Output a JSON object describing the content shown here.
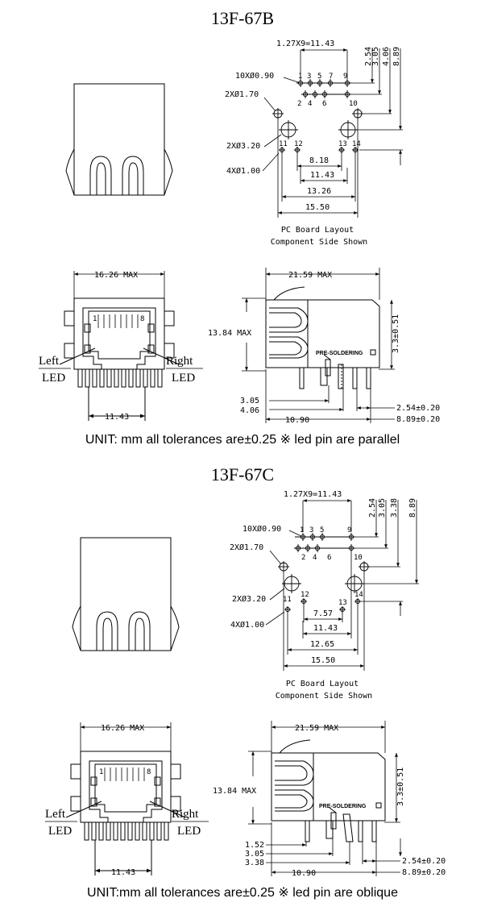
{
  "sections": [
    {
      "title": "13F-67B",
      "pcb": {
        "pitch": "1.27X9=11.43",
        "holes_small": "10XØ0.90",
        "holes_170": "2XØ1.70",
        "holes_320": "2XØ3.20",
        "holes_100": "4XØ1.00",
        "pins_top": [
          "1",
          "3",
          "5",
          "7",
          "9"
        ],
        "pins_bottom": [
          "2",
          "4",
          "6",
          "10"
        ],
        "led_pins": [
          "11",
          "12",
          "13",
          "14"
        ],
        "d_818": "8.18",
        "d_1143": "11.43",
        "d_1326": "13.26",
        "d_1550": "15.50",
        "v_dims": [
          "2.54",
          "3.05",
          "4.06",
          "8.89"
        ],
        "caption_1": "PC Board Layout",
        "caption_2": "Component Side Shown"
      },
      "front": {
        "width": "16.26 MAX",
        "pin_1": "1",
        "pin_8": "8",
        "left": "Left",
        "right": "Right",
        "led": "LED",
        "bottom": "11.43"
      },
      "side": {
        "width": "21.59 MAX",
        "height": "13.84 MAX",
        "vert": "3.3±0.51",
        "pre": "PRE-SOLDERING",
        "left_dims": [
          "3.05",
          "4.06"
        ],
        "d_1090": "10.90",
        "d_254": "2.54±0.20",
        "d_889": "8.89±0.20"
      },
      "unit_note": "UNIT: mm all tolerances are±0.25  ※  led pin are parallel"
    },
    {
      "title": "13F-67C",
      "pcb": {
        "pitch": "1.27X9=11.43",
        "holes_small": "10XØ0.90",
        "holes_170": "2XØ1.70",
        "holes_320": "2XØ3.20",
        "holes_100": "4XØ1.00",
        "pins_top": [
          "1",
          "3",
          "5",
          "9"
        ],
        "pins_bottom": [
          "2",
          "4",
          "6",
          "10"
        ],
        "led_pins": [
          "11",
          "12",
          "13",
          "14"
        ],
        "d_818": "7.57",
        "d_1143": "11.43",
        "d_1326": "12.65",
        "d_1550": "15.50",
        "v_dims": [
          "2.54",
          "3.05",
          "3.38",
          "8.89"
        ],
        "caption_1": "PC Board Layout",
        "caption_2": "Component Side Shown"
      },
      "front": {
        "width": "16.26 MAX",
        "pin_1": "1",
        "pin_8": "8",
        "left": "Left",
        "right": "Right",
        "led": "LED",
        "bottom": "11.43"
      },
      "side": {
        "width": "21.59 MAX",
        "height": "13.84 MAX",
        "vert": "3.3±0.51",
        "pre": "PRE-SOLDERING",
        "left_dims": [
          "1.52",
          "3.05",
          "3.38"
        ],
        "d_1090": "10.90",
        "d_254": "2.54±0.20",
        "d_889": "8.89±0.20"
      },
      "unit_note": "UNIT:mm all tolerances are±0.25  ※  led pin are oblique"
    }
  ]
}
